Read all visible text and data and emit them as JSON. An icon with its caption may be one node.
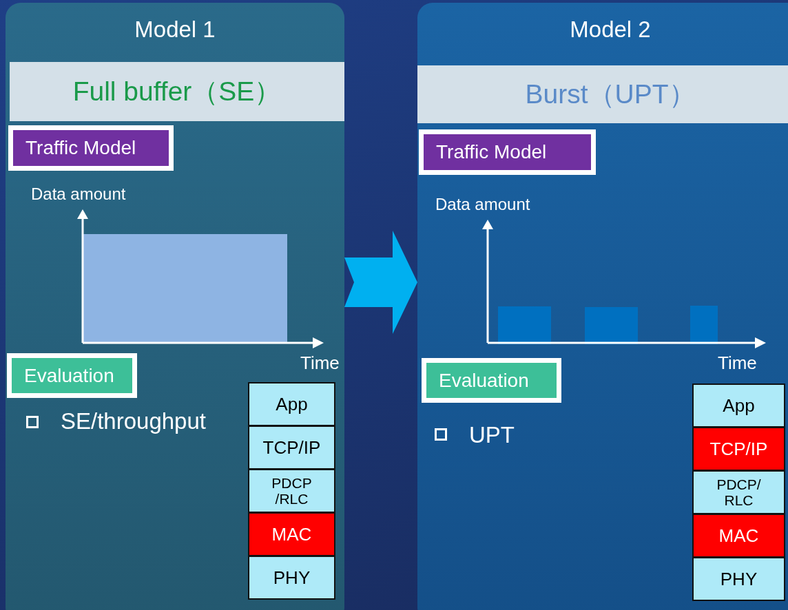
{
  "diagram": {
    "nodes": [
      {
        "text": [
          "Model 1"
        ]
      },
      {
        "text": [
          "Full buffer（SE）"
        ],
        "in": 0
      },
      {
        "text": [
          "Traffic Model"
        ],
        "in": 0
      },
      {
        "text": [
          "Evaluation"
        ],
        "in": 0
      },
      {
        "text": [
          "App"
        ],
        "in": 0
      },
      {
        "text": [
          "TCP/IP"
        ],
        "in": 0
      },
      {
        "text": [
          "PDCP /RLC"
        ],
        "in": 0
      },
      {
        "text": [
          "MAC"
        ],
        "in": 0
      },
      {
        "text": [
          "PHY"
        ],
        "in": 0
      },
      {
        "text": [
          "Model 2"
        ]
      },
      {
        "text": [
          "Burst（UPT）"
        ],
        "in": 9
      },
      {
        "text": [
          "Traffic Model"
        ],
        "in": 9
      },
      {
        "text": [
          "Evaluation"
        ],
        "in": 9
      },
      {
        "text": [
          "App"
        ],
        "in": 9
      },
      {
        "text": [
          "TCP/IP"
        ],
        "in": 9
      },
      {
        "text": [
          "PDCP/ RLC"
        ],
        "in": 9
      },
      {
        "text": [
          "MAC"
        ],
        "in": 9
      },
      {
        "text": [
          "PHY"
        ],
        "in": 9
      }
    ],
    "edges": [
      {
        "from": 0,
        "to": 9,
        "arrow": "to"
      }
    ],
    "labels": [
      "Data amount",
      "Time",
      "SE/throughput",
      "Data amount",
      "Time",
      "UPT"
    ]
  }
}
